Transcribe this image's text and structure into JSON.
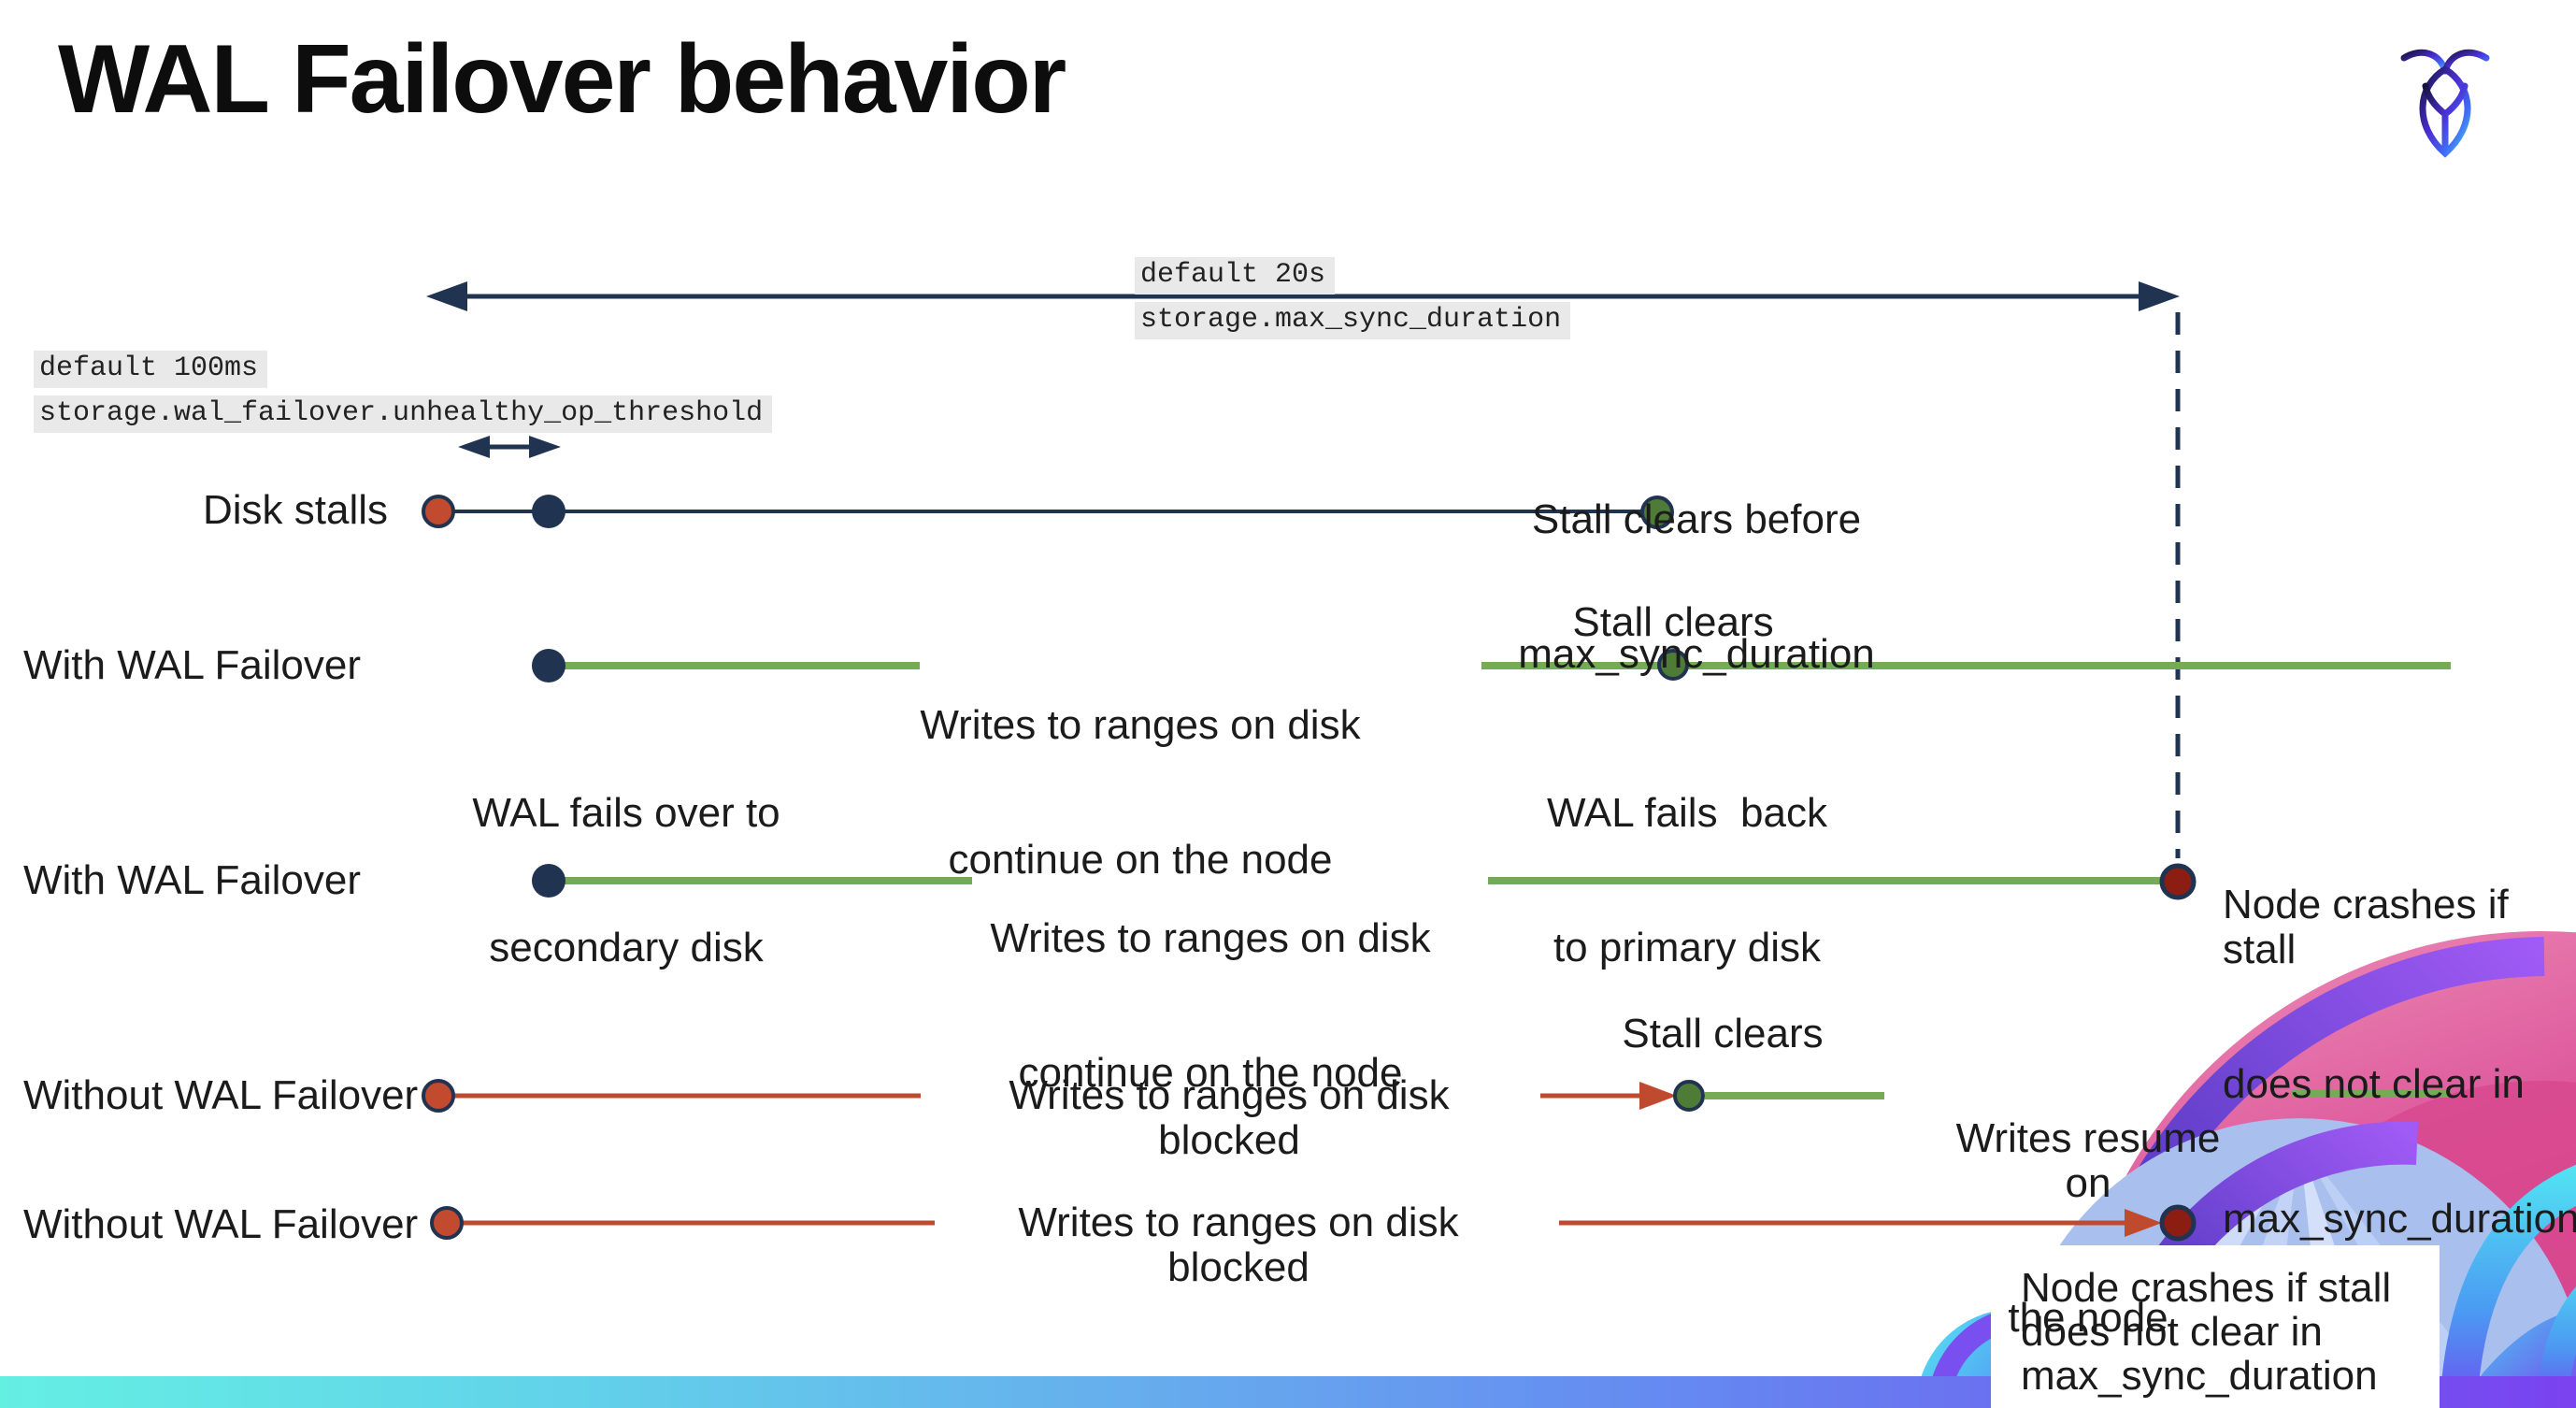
{
  "title": "WAL Failover behavior",
  "logo": {
    "name": "cockroachdb-logo"
  },
  "annotations": {
    "max_sync": {
      "line1": "default 20s",
      "line2": "storage.max_sync_duration"
    },
    "threshold": {
      "line1": "default 100ms",
      "line2": "storage.wal_failover.unhealthy_op_threshold"
    }
  },
  "rows": {
    "disk_stalls": {
      "label": "Disk stalls",
      "stall_note_l1": "Stall clears before",
      "stall_note_l2": "max_sync_duration"
    },
    "with_wal_1": {
      "label": "With WAL Failover",
      "mid_l1": "Writes to ranges on disk",
      "mid_l2": "continue on the node",
      "failover_l1": "WAL fails over to",
      "failover_l2": "secondary disk",
      "stall": "Stall clears",
      "failback_l1": "WAL fails  back",
      "failback_l2": "to primary disk"
    },
    "with_wal_2": {
      "label": "With WAL Failover",
      "mid_l1": "Writes to ranges on disk",
      "mid_l2": "continue on the node",
      "crash_l1": "Node crashes if stall",
      "crash_l2": "does not clear in",
      "crash_l3": "max_sync_duration"
    },
    "without_wal_1": {
      "label": "Without WAL Failover",
      "mid": "Writes to ranges on disk  blocked",
      "stall": "Stall clears",
      "resume_l1": "Writes resume on",
      "resume_l2": "the node"
    },
    "without_wal_2": {
      "label": "Without WAL Failover",
      "mid": "Writes to ranges on disk  blocked",
      "crash_l1": "Node crashes if stall",
      "crash_l2": "does not clear in",
      "crash_l3": "max_sync_duration"
    }
  },
  "colors": {
    "navy": "#203350",
    "red_orange": "#c14a2f",
    "dark_red": "#8c1d12",
    "green_dot": "#4e7b35",
    "green_line": "#76ab55",
    "code_bg": "#e9e9e9",
    "bar_left": "#64efe3",
    "bar_mid": "#6589f1",
    "bar_right": "#7a42f0"
  }
}
